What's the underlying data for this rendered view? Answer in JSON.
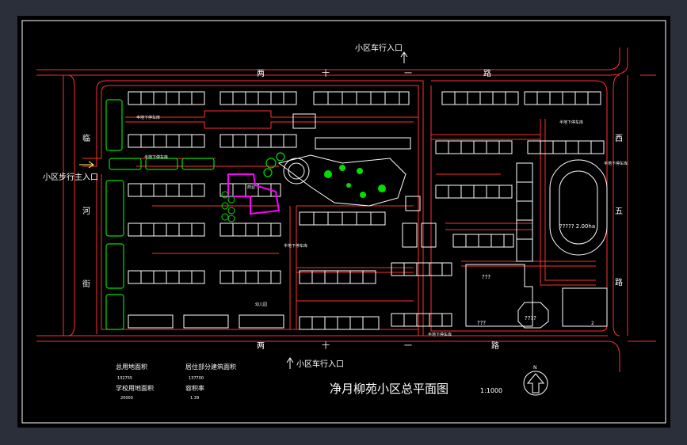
{
  "drawing": {
    "title": "净月柳苑小区总平面图",
    "scale": "1:1000",
    "entrances": {
      "top_vehicle": "小区车行入口",
      "bottom_vehicle": "小区车行入口",
      "main_pedestrian": "小区步行主入口"
    },
    "roads": {
      "top": [
        "两",
        "十",
        "一",
        "路"
      ],
      "bottom": [
        "两",
        "十",
        "一",
        "路"
      ],
      "left": [
        "临",
        "河",
        "街"
      ],
      "right": [
        "西",
        "五",
        "路"
      ]
    },
    "stats": {
      "site_area_label": "总用地面积",
      "site_area_value": "132755",
      "residential_area_label": "居住部分建筑面积",
      "residential_area_value": "137700",
      "school_area_label": "学校用地面积",
      "school_area_value": "20000",
      "plot_ratio_label": "容积率",
      "plot_ratio_value": "1.39"
    },
    "north_label": "N",
    "site_labels": {
      "track": "????? 2.00ha",
      "school_a": "???",
      "school_b": "???",
      "school_c": "????",
      "school_num": "2",
      "parking_1": "半地下停车库",
      "parking_2": "半地下停车库",
      "parking_3": "半地下停车库",
      "parking_4": "半地下停车库",
      "parking_5": "半地下停车库",
      "parking_6": "半地下停车库",
      "center": "商业",
      "kindergarten": "幼儿园"
    },
    "colors": {
      "background": "#000000",
      "road": "#ff3030",
      "building": "#ffffff",
      "green": "#00e000",
      "magenta": "#ff00ff",
      "accent_yellow": "#ffff66"
    }
  }
}
